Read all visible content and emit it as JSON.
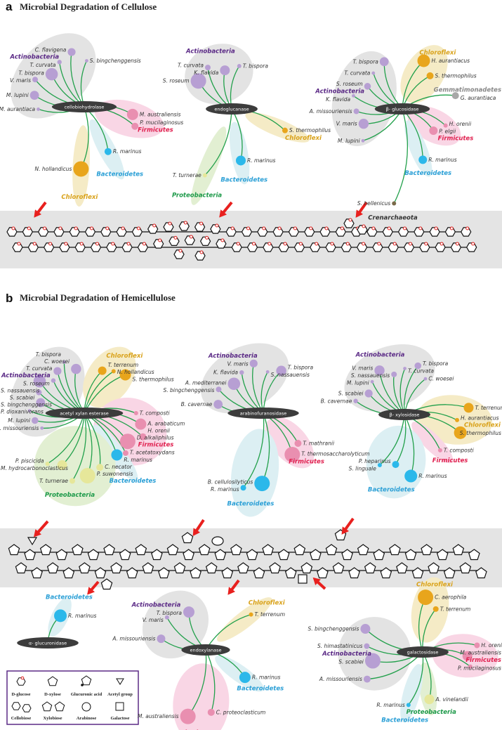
{
  "panel_a": {
    "letter": "a",
    "title": "Microbial Degradation of Cellulose"
  },
  "panel_b": {
    "letter": "b",
    "title": "Microbial Degradation of Hemicellulose"
  },
  "phylum_colors": {
    "Actinobacteria": "#5b2a86",
    "Firmicutes": "#e0204f",
    "Chloroflexi": "#d9a21b",
    "Bacteroidetes": "#2a9fd6",
    "Proteobacteria": "#1e9a4a",
    "Gemmatimonadetes": "#888888",
    "Crenarchaeota": "#333333"
  },
  "node_colors": {
    "Actinobacteria": "#b79fd3",
    "Firmicutes": "#e98fb0",
    "Chloroflexi": "#e8a51c",
    "Bacteroidetes": "#2bb8ea",
    "Proteobacteria": "#e6e79a",
    "Gemmatimonadetes": "#a8a8a8",
    "Crenarchaeota": "#7a6a4a"
  },
  "group_fills": {
    "Actinobacteria": "#e3e3e3",
    "Firmicutes": "#f9d6e5",
    "Chloroflexi": "#f5ebc6",
    "Bacteroidetes": "#dceff3",
    "Proteobacteria": "#e2efd2"
  },
  "branch_color": "#22a04b",
  "arrow_color": "#e8201e",
  "trees": [
    {
      "enzyme": "cellobiohydrolase",
      "groups": [
        {
          "phylum": "Actinobacteria",
          "taxa": [
            "M. aurantiaca",
            "M. lupini",
            "V. maris",
            "T. bispora",
            "T. curvata",
            "C. flavigena",
            "S. bingchenggensis"
          ]
        },
        {
          "phylum": "Firmicutes",
          "taxa": [
            "M. australiensis",
            "P. mucilaginosus"
          ]
        },
        {
          "phylum": "Bacteroidetes",
          "taxa": [
            "R. marinus"
          ]
        },
        {
          "phylum": "Chloroflexi",
          "taxa": [
            "N. hollandicus"
          ]
        }
      ]
    },
    {
      "enzyme": "endoglucanase",
      "groups": [
        {
          "phylum": "Actinobacteria",
          "taxa": [
            "S. roseum",
            "T. curvata",
            "K. flavida",
            "T. bispora"
          ]
        },
        {
          "phylum": "Chloroflexi",
          "taxa": [
            "S. thermophilus"
          ]
        },
        {
          "phylum": "Bacteroidetes",
          "taxa": [
            "R. marinus"
          ]
        },
        {
          "phylum": "Proteobacteria",
          "taxa": [
            "T. turnerae"
          ]
        }
      ]
    },
    {
      "enzyme": "β- glucosidase",
      "groups": [
        {
          "phylum": "Actinobacteria",
          "taxa": [
            "M. lupini",
            "V. maris",
            "A. missouriensis",
            "K. flavida",
            "S. roseum",
            "T. curvata",
            "T. bispora"
          ]
        },
        {
          "phylum": "Chloroflexi",
          "taxa": [
            "H. aurantiacus",
            "S. thermophilus"
          ]
        },
        {
          "phylum": "Gemmatimonadetes",
          "taxa": [
            "G. aurantiaca"
          ]
        },
        {
          "phylum": "Firmicutes",
          "taxa": [
            "H. orenii",
            "P. elgii"
          ]
        },
        {
          "phylum": "Bacteroidetes",
          "taxa": [
            "R. marinus"
          ]
        },
        {
          "phylum": "Crenarchaeota",
          "taxa": [
            "S. hellenicus"
          ]
        }
      ]
    },
    {
      "enzyme": "acetyl xylan esterase",
      "groups": [
        {
          "phylum": "Actinobacteria",
          "taxa": [
            "A. missouriensis",
            "M. lupini",
            "P. dioxanivorans",
            "S. bingchenggensis",
            "S. scabiei",
            "S. nassauensis",
            "S. roseum",
            "T. curvata",
            "T. bispora",
            "C. woesei"
          ]
        },
        {
          "phylum": "Chloroflexi",
          "taxa": [
            "T. terrenum",
            "N. hollandicus",
            "S. thermophilus"
          ]
        },
        {
          "phylum": "Firmicutes",
          "taxa": [
            "T. composti",
            "A. arabaticum",
            "H. orenii",
            "D. alkaliphilus",
            "T. acetatoxydans"
          ]
        },
        {
          "phylum": "Bacteroidetes",
          "taxa": [
            "R. marinus"
          ]
        },
        {
          "phylum": "Proteobacteria",
          "taxa": [
            "C. necator",
            "P. suwonensis",
            "T. turnerae",
            "M. hydrocarbonoclasticus",
            "P. piscicida"
          ]
        }
      ]
    },
    {
      "enzyme": "arabinofuranosidase",
      "groups": [
        {
          "phylum": "Actinobacteria",
          "taxa": [
            "B. cavernae",
            "S. bingchenggensis",
            "A. mediterranei",
            "K. flavida",
            "V. maris",
            "S. nassauensis",
            "T. bispora"
          ]
        },
        {
          "phylum": "Firmicutes",
          "taxa": [
            "T. mathranii",
            "T. thermosaccharolyticum"
          ]
        },
        {
          "phylum": "Bacteroidetes",
          "taxa": [
            "B. cellulosilyticus",
            "R. marinus"
          ]
        }
      ]
    },
    {
      "enzyme": "β- xylosidase",
      "groups": [
        {
          "phylum": "Actinobacteria",
          "taxa": [
            "B. cavernae",
            "S. scabiei",
            "M. lupini",
            "V. maris",
            "S. nassauensis",
            "T. curvata",
            "T. bispora",
            "C. woesei"
          ]
        },
        {
          "phylum": "Chloroflexi",
          "taxa": [
            "T. terrenum",
            "H. aurantiacus",
            "S. thermophilus"
          ]
        },
        {
          "phylum": "Firmicutes",
          "taxa": [
            "T. composti"
          ]
        },
        {
          "phylum": "Bacteroidetes",
          "taxa": [
            "R. marinus",
            "P. heparinus",
            "S. linguale"
          ]
        }
      ]
    },
    {
      "enzyme": "α- glucuronidase",
      "groups": [
        {
          "phylum": "Bacteroidetes",
          "taxa": [
            "R. marinus"
          ]
        }
      ]
    },
    {
      "enzyme": "endoxylanase",
      "groups": [
        {
          "phylum": "Actinobacteria",
          "taxa": [
            "A. missouriensis",
            "V. maris",
            "T. bispora"
          ]
        },
        {
          "phylum": "Chloroflexi",
          "taxa": [
            "T. terrenum"
          ]
        },
        {
          "phylum": "Bacteroidetes",
          "taxa": [
            "R. marinus"
          ]
        },
        {
          "phylum": "Firmicutes",
          "taxa": [
            "C. proteoclasticum",
            "M. australiensis"
          ]
        }
      ]
    },
    {
      "enzyme": "galactosidase",
      "groups": [
        {
          "phylum": "Actinobacteria",
          "taxa": [
            "A. missouriensis",
            "S. scabiei",
            "S. himastatinicus",
            "S. bingchenggensis"
          ]
        },
        {
          "phylum": "Chloroflexi",
          "taxa": [
            "C. aerophila",
            "T. terrenum"
          ]
        },
        {
          "phylum": "Firmicutes",
          "taxa": [
            "H. orenii",
            "M. australiensis",
            "P. mucilaginosus"
          ]
        },
        {
          "phylum": "Proteobacteria",
          "taxa": [
            "A. vinelandii"
          ]
        },
        {
          "phylum": "Bacteroidetes",
          "taxa": [
            "R. marinus"
          ]
        }
      ]
    }
  ],
  "legend": {
    "items": [
      {
        "label": "D-glucose",
        "icon": "hexagon-red-o"
      },
      {
        "label": "D-xylose",
        "icon": "pentagon"
      },
      {
        "label": "Glucuronic acid",
        "icon": "pentagon-with-tail"
      },
      {
        "label": "Acetyl group",
        "icon": "triangle-down"
      },
      {
        "label": "Cellobiose",
        "icon": "two-hexagons"
      },
      {
        "label": "Xylobiose",
        "icon": "two-pentagons"
      },
      {
        "label": "Arabinose",
        "icon": "circle"
      },
      {
        "label": "Galactose",
        "icon": "square"
      }
    ],
    "border_color": "#5b2a86"
  }
}
